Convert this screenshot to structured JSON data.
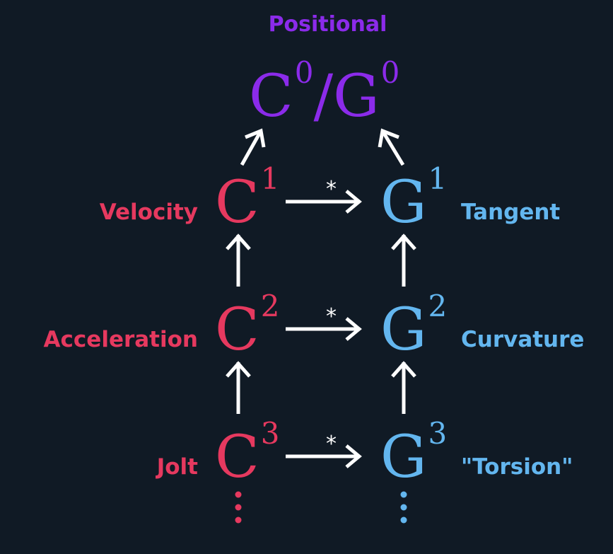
{
  "colors": {
    "background": "#101a25",
    "positional": "#8b2bea",
    "parametric": "#e6395f",
    "geometric": "#63b6ef",
    "arrow": "#ffffff"
  },
  "top": {
    "title": "Positional",
    "c_base": "C",
    "c_sup": "0",
    "separator": "/",
    "g_base": "G",
    "g_sup": "0"
  },
  "rows": [
    {
      "left_label": "Velocity",
      "c_base": "C",
      "c_sup": "1",
      "star": "*",
      "g_base": "G",
      "g_sup": "1",
      "right_label": "Tangent"
    },
    {
      "left_label": "Acceleration",
      "c_base": "C",
      "c_sup": "2",
      "star": "*",
      "g_base": "G",
      "g_sup": "2",
      "right_label": "Curvature"
    },
    {
      "left_label": "Jolt",
      "c_base": "C",
      "c_sup": "3",
      "star": "*",
      "g_base": "G",
      "g_sup": "3",
      "right_label": "\"Torsion\""
    }
  ]
}
